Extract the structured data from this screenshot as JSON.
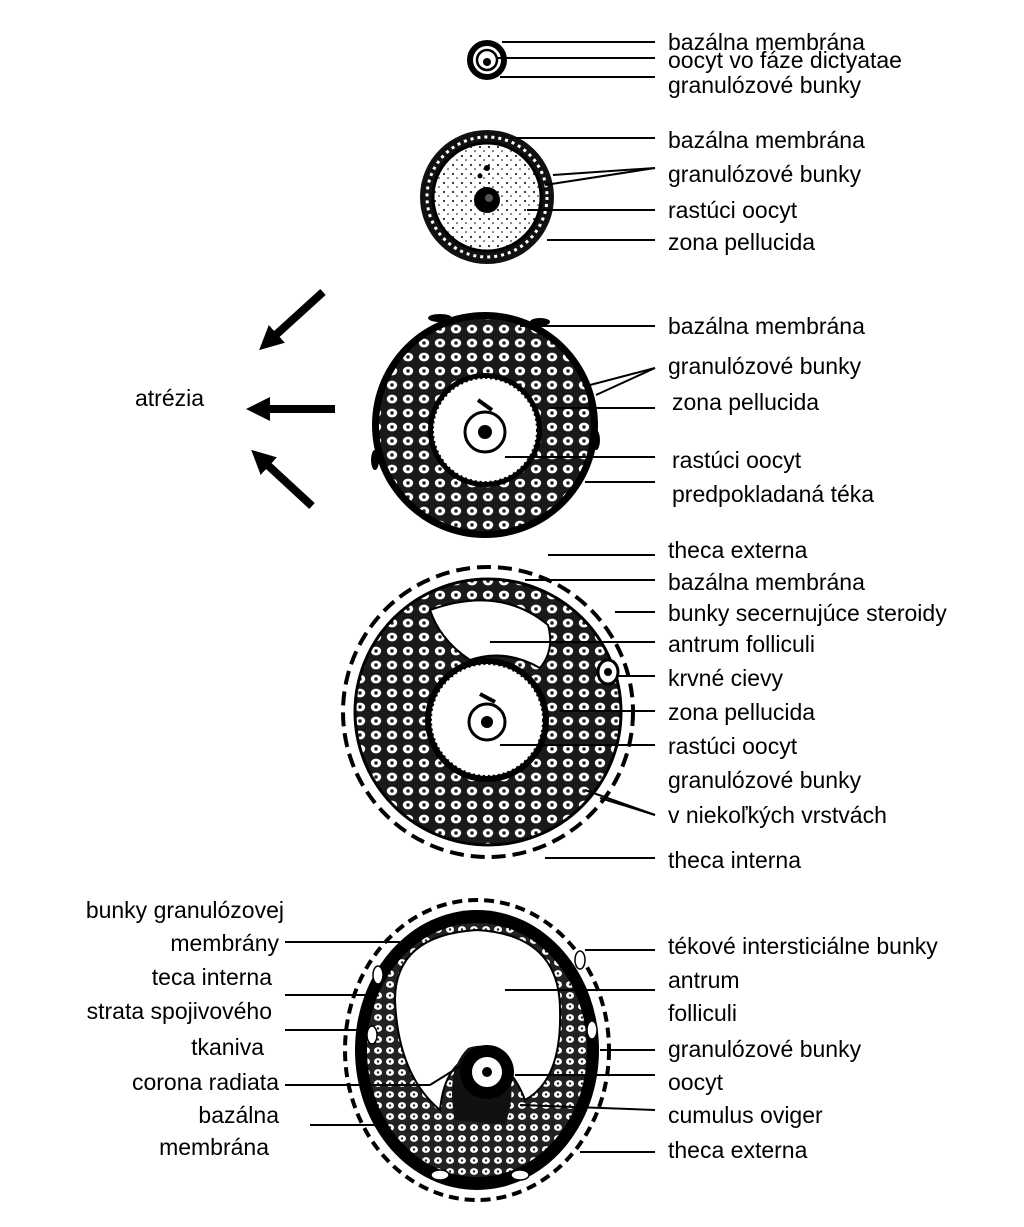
{
  "stage1": {
    "labels": [
      "bazálna membrána",
      "oocyt vo fáze dictyatae",
      "granulózové bunky"
    ]
  },
  "stage2": {
    "labels": [
      "bazálna membrána",
      "granulózové bunky",
      "rastúci oocyt",
      "zona pellucida"
    ]
  },
  "stage3": {
    "labels": [
      "bazálna membrána",
      "granulózové bunky",
      "zona pellucida",
      "rastúci oocyt",
      "predpokladaná téka"
    ],
    "side_label": "atrézia"
  },
  "stage4": {
    "labels": [
      "theca externa",
      "bazálna membrána",
      "bunky secernujúce steroidy",
      "antrum folliculi",
      "krvné cievy",
      "zona pellucida",
      "rastúci oocyt",
      "granulózové bunky",
      "v niekoľkých vrstvách",
      "theca interna"
    ]
  },
  "stage5": {
    "right_labels": [
      "tékové intersticiálne bunky",
      "antrum",
      "folliculi",
      "granulózové bunky",
      "oocyt",
      "cumulus oviger",
      "theca externa"
    ],
    "left_labels": [
      "bunky granulózovej",
      "membrány",
      "teca interna",
      "strata spojivového",
      "tkaniva",
      "corona radiata",
      "bazálna",
      "membrána"
    ]
  }
}
